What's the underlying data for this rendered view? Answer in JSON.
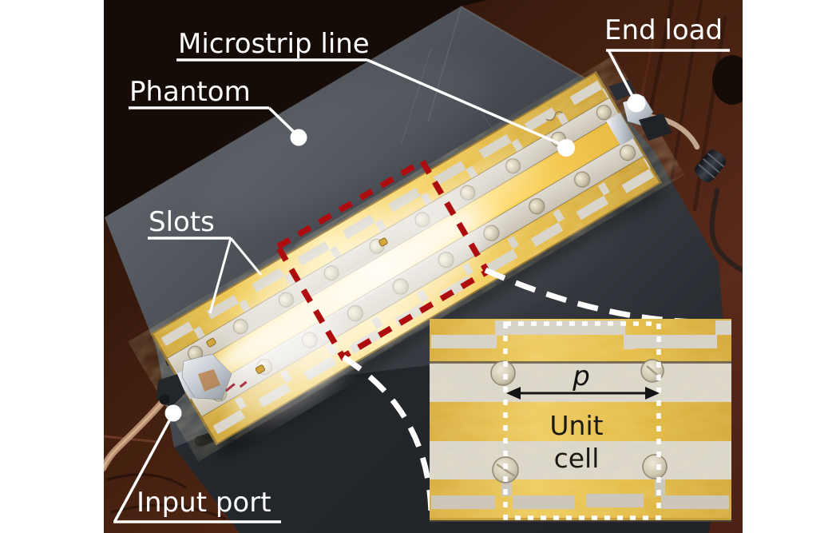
{
  "figure": {
    "labels": {
      "microstrip_line": "Microstrip line",
      "phantom": "Phantom",
      "end_load": "End load",
      "slots": "Slots",
      "input_port": "Input port"
    },
    "inset": {
      "period_symbol": "p",
      "unit_cell_line1": "Unit",
      "unit_cell_line2": "cell"
    },
    "colors": {
      "annotation_white": "#ffffff",
      "unit_cell_marker_red": "#ae0d10",
      "board_gold": "#eec84e",
      "substrate_gray": "#d8d4ca",
      "phantom_gray": "#3f434a",
      "table_brown": "#4e2316"
    }
  }
}
